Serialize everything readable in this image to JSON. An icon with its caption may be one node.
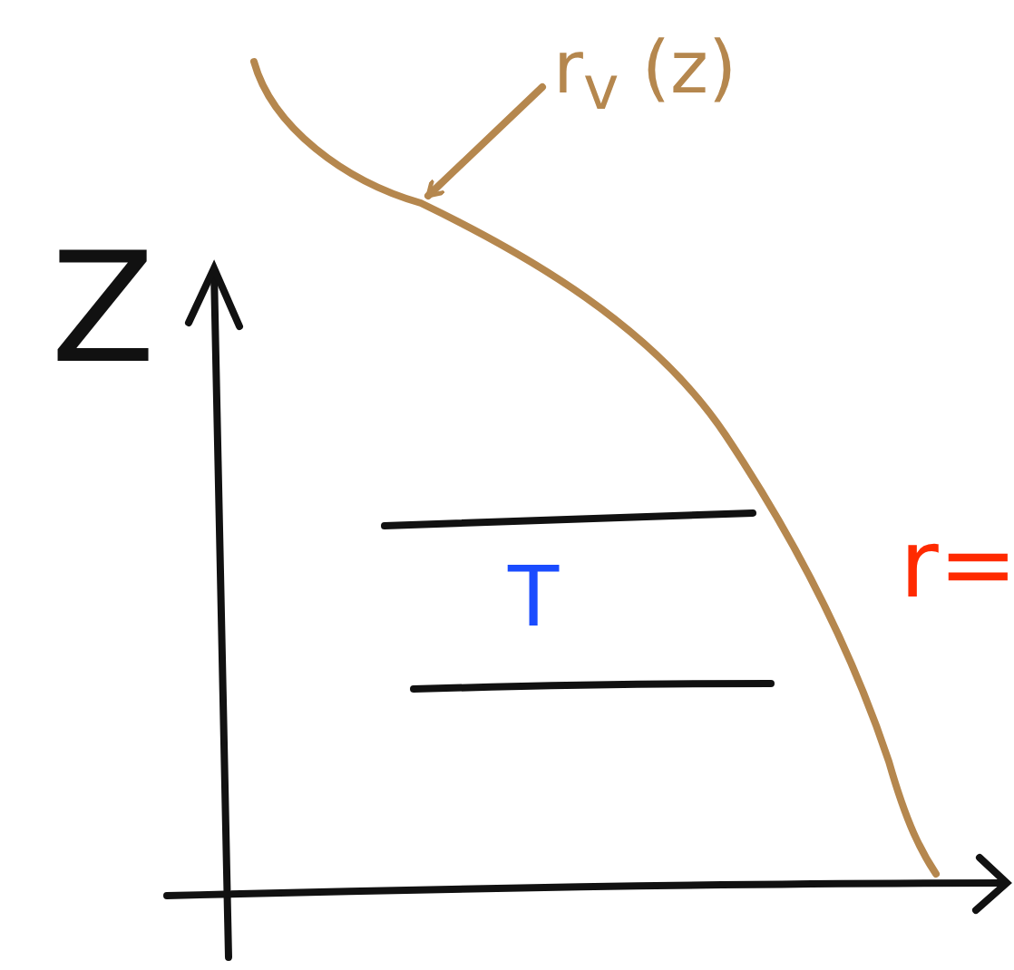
{
  "diagram": {
    "nodes": [
      {
        "text": [
          "r$_{v}$ (z)"
        ]
      },
      {
        "text": [],
        "shape": "curve"
      }
    ],
    "edges": [
      {
        "from": 0,
        "to": 1,
        "arrow": "to"
      }
    ],
    "labels": [
      "Z",
      "T",
      "r="
    ]
  }
}
